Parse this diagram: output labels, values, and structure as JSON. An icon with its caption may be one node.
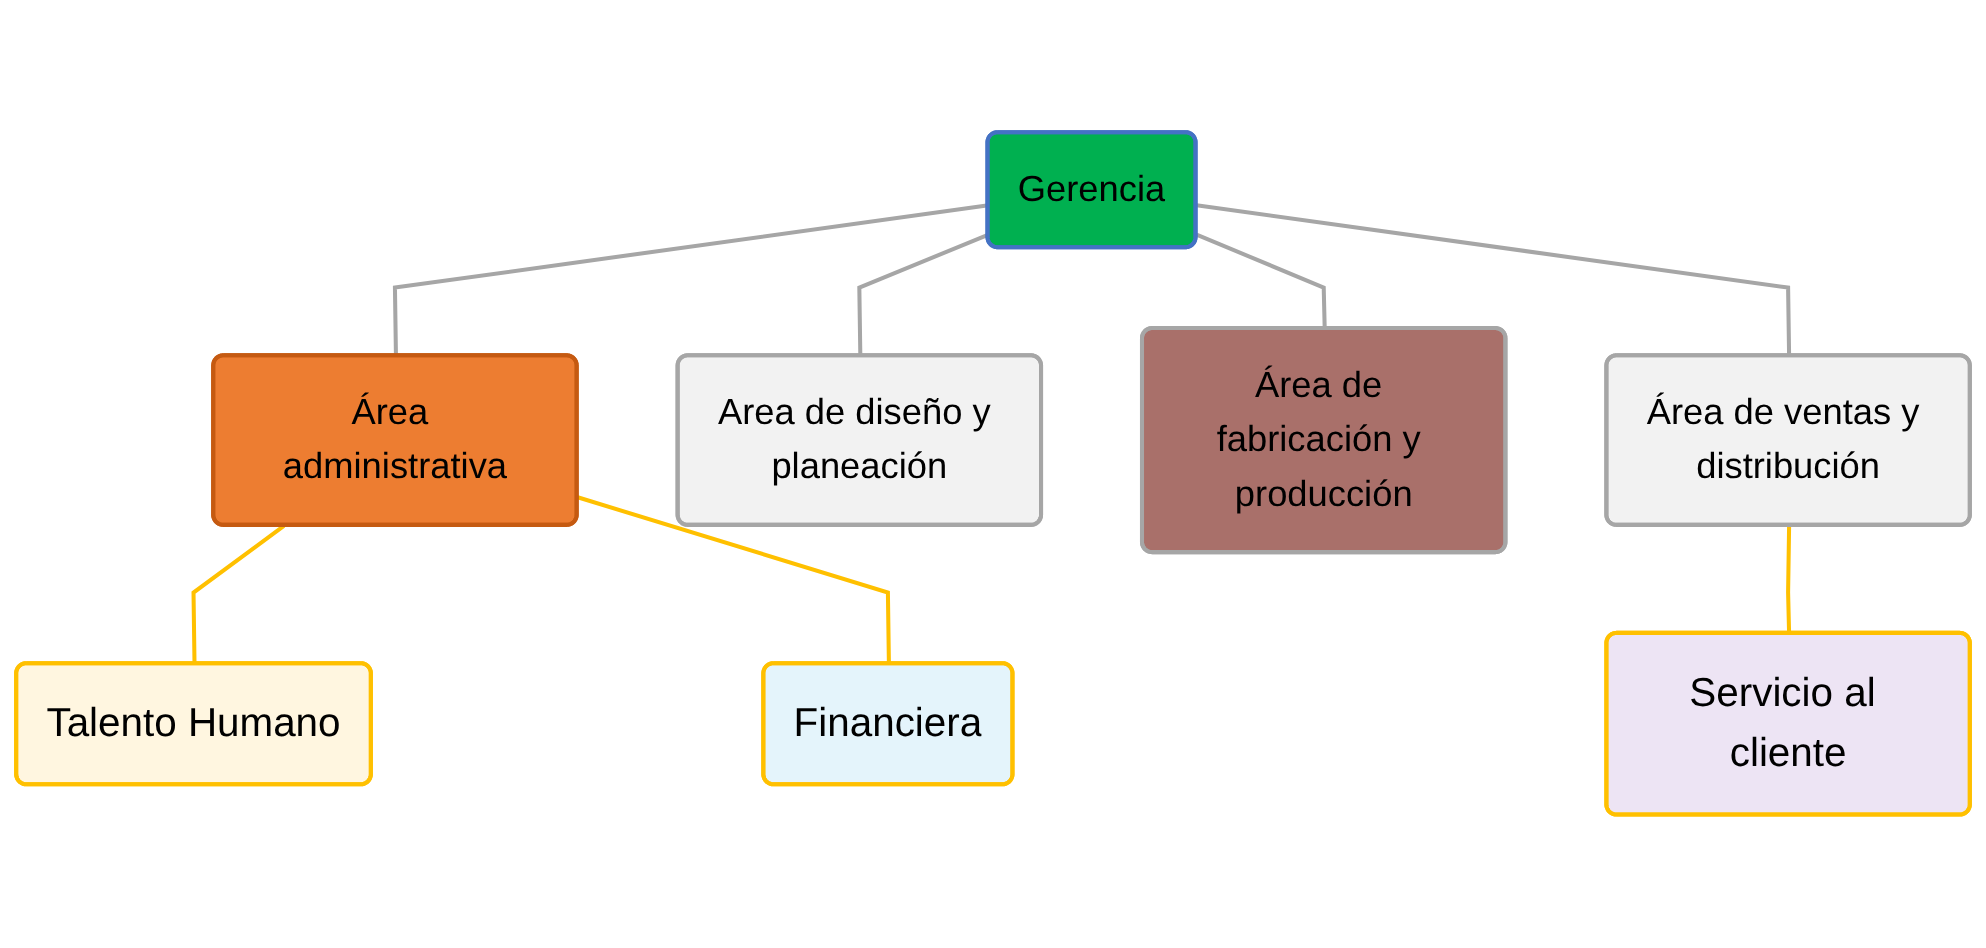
{
  "diagram": {
    "nodes": [
      {
        "text": [
          "Gerencia"
        ]
      },
      {
        "text": [
          "Área administrativa"
        ]
      },
      {
        "text": [
          "Area de diseño y planeación"
        ]
      },
      {
        "text": [
          "Área de fabricación y producción"
        ]
      },
      {
        "text": [
          "Área de ventas y distribución"
        ]
      },
      {
        "text": [
          "Talento Humano"
        ]
      },
      {
        "text": [
          "Financiera"
        ]
      },
      {
        "text": [
          "Servicio al cliente"
        ]
      }
    ],
    "edges": [
      {
        "from": 0,
        "to": 1,
        "arrow": "none"
      },
      {
        "from": 0,
        "to": 2,
        "arrow": "none"
      },
      {
        "from": 0,
        "to": 3,
        "arrow": "none"
      },
      {
        "from": 0,
        "to": 4,
        "arrow": "none"
      },
      {
        "from": 1,
        "to": 5,
        "arrow": "none",
        "color": "#ffc000"
      },
      {
        "from": 1,
        "to": 6,
        "arrow": "none",
        "color": "#ffc000"
      },
      {
        "from": 4,
        "to": 7,
        "arrow": "none",
        "color": "#ffc000"
      }
    ]
  }
}
